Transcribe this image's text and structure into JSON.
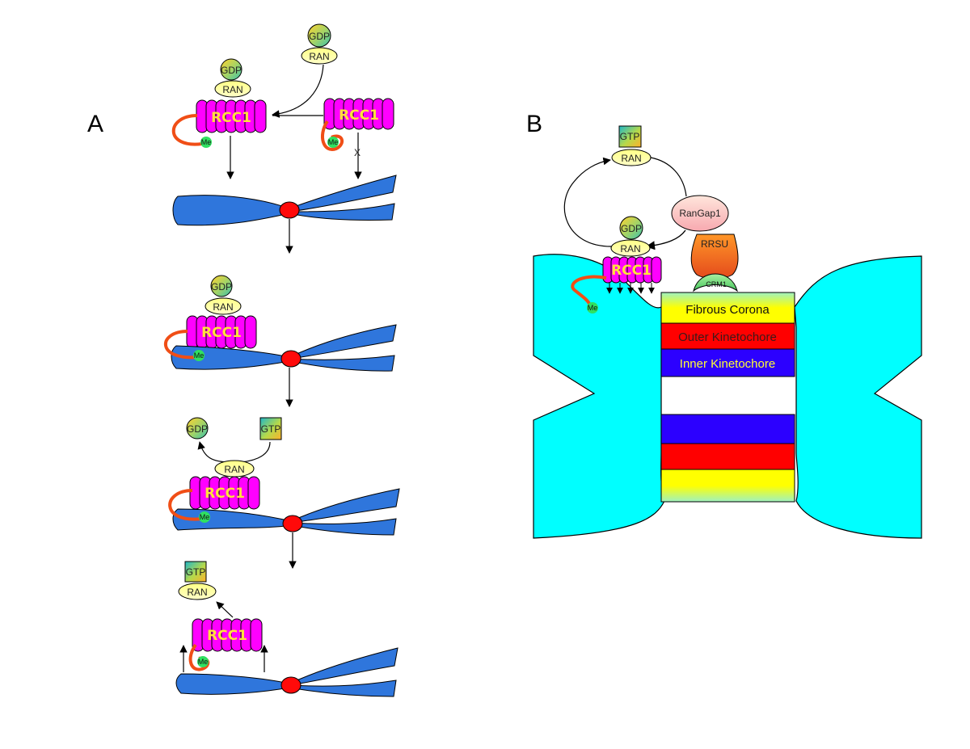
{
  "panels": {
    "a": {
      "letter": "A",
      "x_mark": "X"
    },
    "b": {
      "letter": "B",
      "rangap": "RanGap1",
      "rrsu": "RRSU",
      "crm": "CRM1",
      "layers": {
        "fibrous_corona": "Fibrous Corona",
        "outer_kinetochore": "Outer Kinetochore",
        "inner_kinetochore": "Inner Kinetochore"
      }
    }
  },
  "labels": {
    "gdp": "GDP",
    "gtp": "GTP",
    "ran": "RAN",
    "rcc1": "RCC1",
    "me": "Me"
  },
  "colors": {
    "rcc1": "#ff00ff",
    "chromatid": "#2f76dc",
    "centromere": "#ff0a0a",
    "tail": "#f04e16",
    "ran": "#ffff99",
    "me": "#2fe060",
    "chromosome_b": "#00ffff",
    "outer_kinetochore": "#ff0000",
    "inner_kinetochore": "#2c00ff",
    "fibrous_corona": "#ffff00"
  }
}
